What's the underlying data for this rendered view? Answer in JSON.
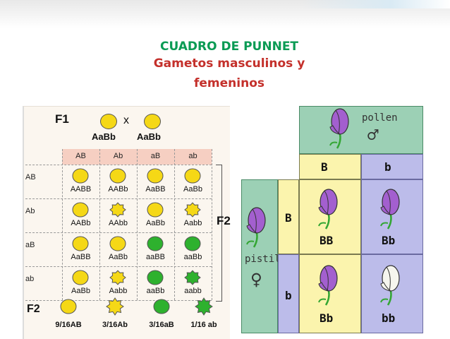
{
  "title": {
    "line1": "CUADRO DE PUNNET",
    "line2": "Gametos  masculinos y",
    "line3": "femeninos"
  },
  "left_diagram": {
    "generation_label": "F1",
    "f1_cross_symbol": "x",
    "f1_parent_labels": [
      "AaBb",
      "AaBb"
    ],
    "gamete_headers": [
      "AB",
      "Ab",
      "aB",
      "ab"
    ],
    "row_headers": [
      "AB",
      "Ab",
      "aB",
      "ab"
    ],
    "cells": [
      [
        "AABB",
        "AABb",
        "AaBB",
        "AaBb"
      ],
      [
        "AABb",
        "AAbb",
        "AaBb",
        "Aabb"
      ],
      [
        "AaBB",
        "AaBb",
        "aaBB",
        "aaBb"
      ],
      [
        "AaBb",
        "Aabb",
        "aaBb",
        "aabb"
      ]
    ],
    "cell_phenotypes": [
      [
        "yellow-round",
        "yellow-round",
        "yellow-round",
        "yellow-round"
      ],
      [
        "yellow-round",
        "yellow-wrinkled",
        "yellow-round",
        "yellow-wrinkled"
      ],
      [
        "yellow-round",
        "yellow-round",
        "green-round",
        "green-round"
      ],
      [
        "yellow-round",
        "yellow-wrinkled",
        "green-round",
        "green-wrinkled"
      ]
    ],
    "f2_side_label": "F2",
    "f2_bottom_label": "F2",
    "ratio_labels": [
      "9/16AB",
      "3/16Ab",
      "3/16aB",
      "1/16 ab"
    ],
    "colors": {
      "yellow": "#f5d816",
      "green": "#2eb12e",
      "header": "#f6cfc2"
    }
  },
  "right_diagram": {
    "male_label": "pollen",
    "female_label": "pistil",
    "male_alleles": [
      "B",
      "b"
    ],
    "female_alleles": [
      "B",
      "b"
    ],
    "offspring": [
      [
        "BB",
        "Bb"
      ],
      [
        "Bb",
        "bb"
      ]
    ],
    "flower_colors": {
      "purple": "#a35fcf",
      "white": "#f6f6ee",
      "stem": "#33a633"
    },
    "colors": {
      "male_header": "#9cd0b5",
      "female_header": "#e9f2ae",
      "allele_B": "#fbf4ad",
      "allele_b": "#bcbcea"
    }
  }
}
